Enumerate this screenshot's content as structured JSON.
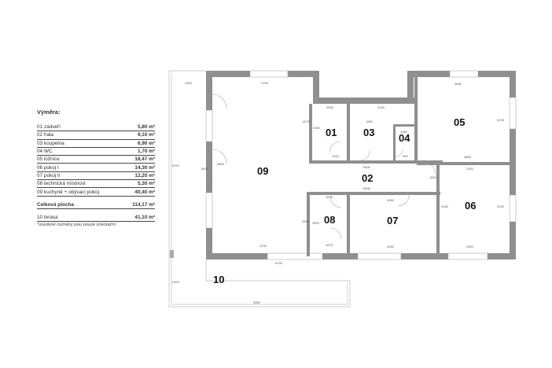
{
  "legend": {
    "title": "Výměra:",
    "rooms": [
      {
        "label": "01 zádveří",
        "area": "5,80 m²"
      },
      {
        "label": "02 hala",
        "area": "9,10 m²"
      },
      {
        "label": "03 koupelna",
        "area": "6,90 m²"
      },
      {
        "label": "04 WC",
        "area": "1,70 m²"
      },
      {
        "label": "05 ložnice",
        "area": "18,47 m²"
      },
      {
        "label": "06 pokoj I",
        "area": "14,30 m²"
      },
      {
        "label": "07 pokoj II",
        "area": "12,20 m²"
      },
      {
        "label": "08 technická místnost",
        "area": "5,30 m²"
      },
      {
        "label": "09 kuchyně + obývací pokoj",
        "area": "40,40 m²"
      }
    ],
    "total": {
      "label": "Celková plocha",
      "area": "114,17 m²"
    },
    "terrace": {
      "label": "10 terasa",
      "area": "41,10 m²"
    },
    "note": "*uvedené rozměry jsou pouze orientační"
  },
  "plan": {
    "rooms": {
      "r01": "01",
      "r02": "02",
      "r03": "03",
      "r04": "04",
      "r05": "05",
      "r06": "06",
      "r07": "07",
      "r08": "08",
      "r09": "09",
      "r10": "10"
    },
    "dims": {
      "d1900": "1900",
      "d4700top": "4700",
      "d4700bot": "4700",
      "d6700": "6700",
      "d9050": "9050",
      "d2650": "2650",
      "d3100": "3100",
      "d1950": "1950",
      "d4850": "4850",
      "d2300a": "2300",
      "d2300b": "2300",
      "d4350a": "4350",
      "d4350b": "4350",
      "d6500": "6500",
      "d6505": "6505",
      "d4135": "4135",
      "d4025": "4025",
      "d2000": "2000",
      "d1875a": "1875",
      "d1875b": "1875",
      "d2600": "2600",
      "d2500": "2500",
      "d3600": "3600",
      "d6600": "6600",
      "d2400": "2400",
      "d1000": "1000",
      "d1600": "1600",
      "d900": "900",
      "d1350": "1350",
      "d8700": "8700",
      "d4270": "4270"
    }
  }
}
